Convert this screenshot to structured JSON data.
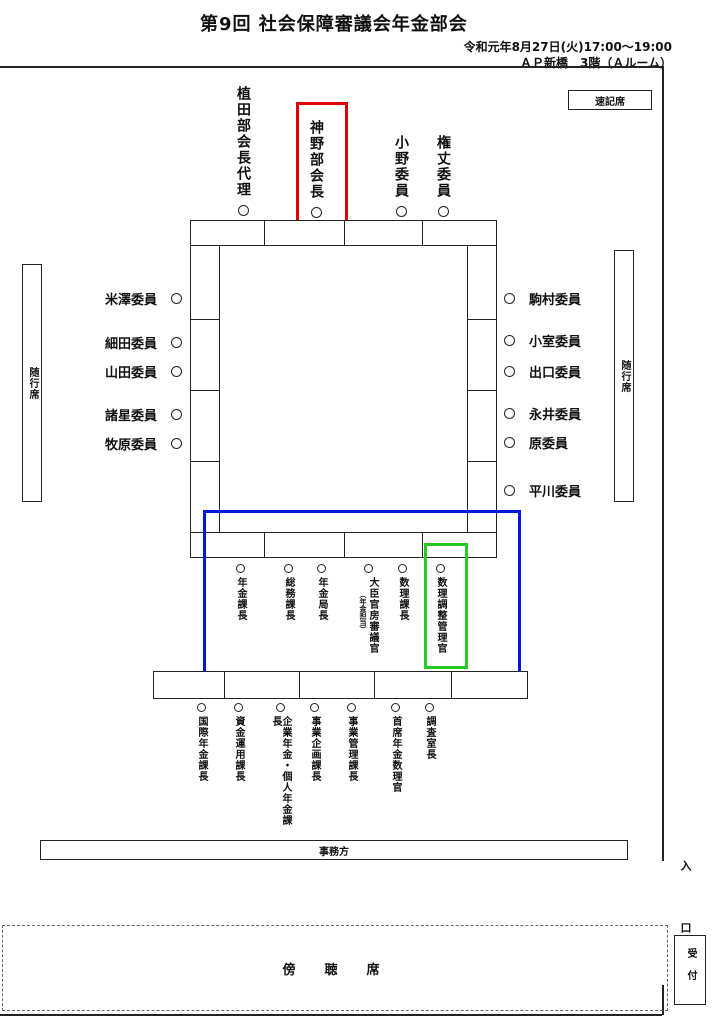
{
  "header": {
    "title": "第9回 社会保障審議会年金部会",
    "date": "令和元年8月27日(火)17:00〜19:00",
    "venue": "ＡＰ新橋　3階（Ａルーム）"
  },
  "boxes": {
    "stenographer": "速記席",
    "attendant_left": "随行席",
    "attendant_right": "随行席",
    "secretariat": "事務方",
    "gallery": "傍　聴　席",
    "reception": "受付",
    "entrance": "入　口"
  },
  "top_seats": [
    "植田部会長代理",
    "神野部会長",
    "小野委員",
    "権丈委員"
  ],
  "left_seats": [
    "米澤委員",
    "細田委員",
    "山田委員",
    "諸星委員",
    "牧原委員"
  ],
  "right_seats": [
    "駒村委員",
    "小室委員",
    "出口委員",
    "永井委員",
    "原委員",
    "平川委員"
  ],
  "bottom_row1": {
    "seats": [
      "年金課長",
      "総務課長",
      "年金局長",
      "大臣官房審議官",
      "数理課長",
      "数理調整管理官"
    ],
    "note": "（年金担当）"
  },
  "bottom_row2": [
    "国際年金課長",
    "資金運用課長",
    "企業年金・個人年金課長",
    "事業企画課長",
    "事業管理課長",
    "首席年金数理官",
    "調査室長"
  ],
  "colors": {
    "highlight_red": "#e00000",
    "highlight_blue": "#0018d8",
    "highlight_green": "#22cc22"
  }
}
